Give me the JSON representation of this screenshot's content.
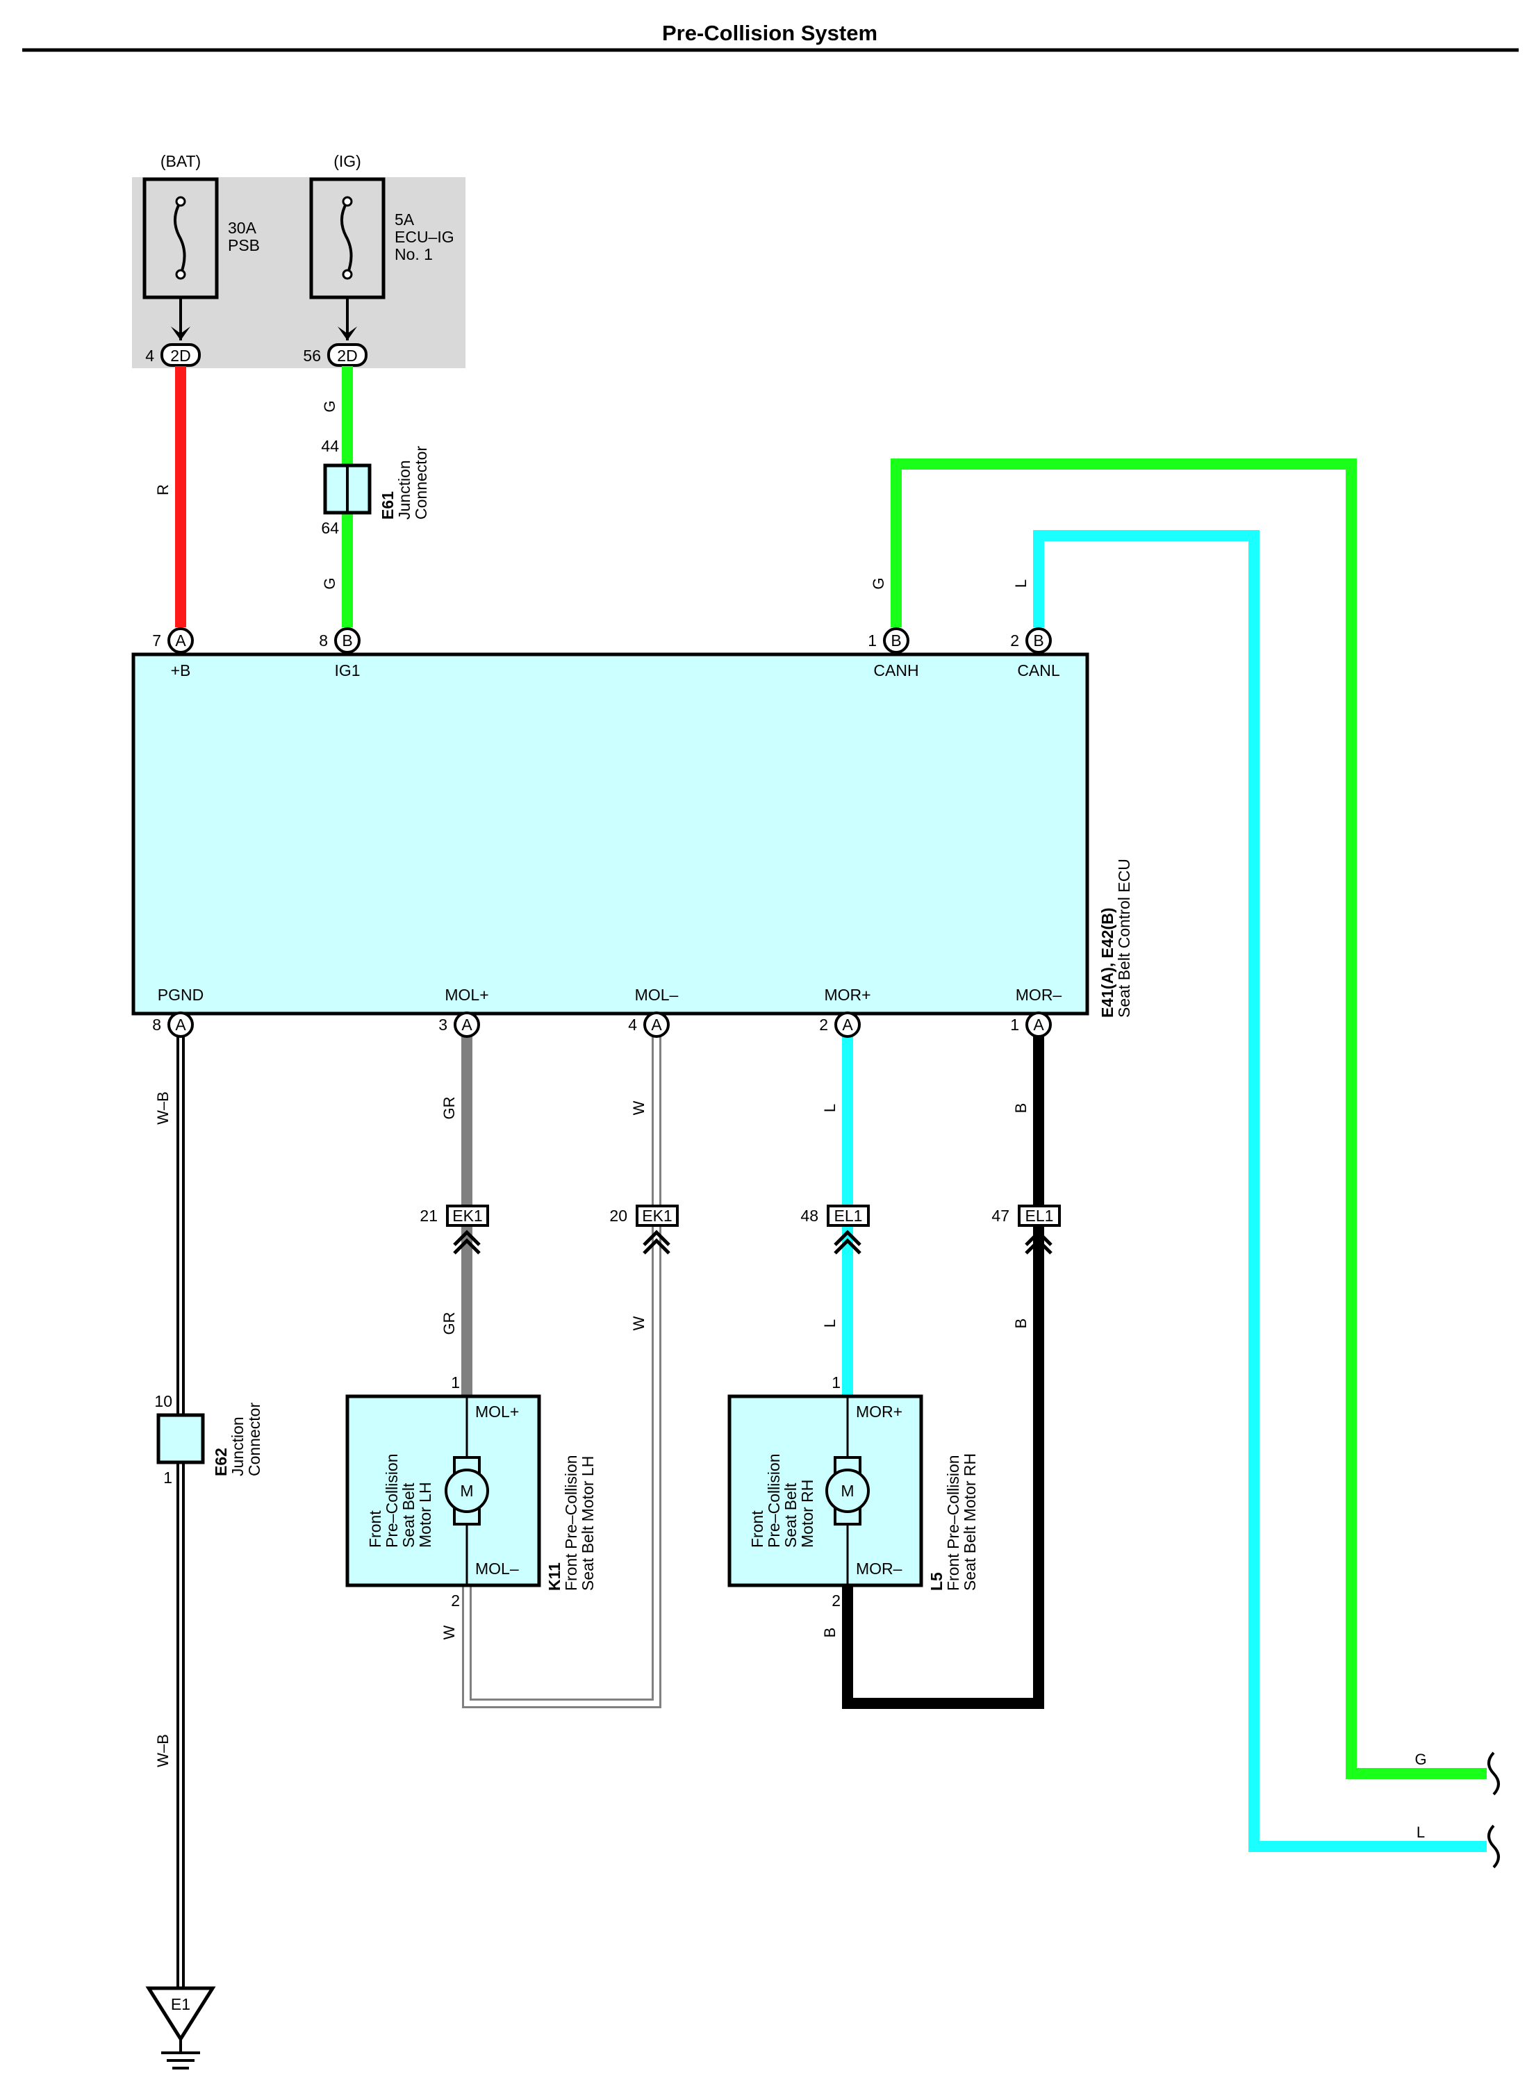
{
  "title": "Pre-Collision System",
  "colors": {
    "red": "#ff1a1a",
    "green": "#1aff1a",
    "cyan": "#1affff",
    "gray": "#808080",
    "black": "#000000",
    "component_fill": "#ccffff",
    "fuse_box_fill": "#d9d9d9"
  },
  "power": {
    "bat_label": "(BAT)",
    "ig_label": "(IG)",
    "fuse1_rating": "30A",
    "fuse1_name": "PSB",
    "fuse2_rating": "5A",
    "fuse2_name_line1": "ECU–IG",
    "fuse2_name_line2": "No. 1",
    "conn1_pin": "4",
    "conn1_id": "2D",
    "conn2_pin": "56",
    "conn2_id": "2D"
  },
  "e61": {
    "pin_top": "44",
    "pin_bottom": "64",
    "id": "E61",
    "name_line1": "Junction",
    "name_line2": "Connector"
  },
  "e62": {
    "pin_top": "10",
    "pin_bottom": "1",
    "id": "E62",
    "name_line1": "Junction",
    "name_line2": "Connector"
  },
  "ecu": {
    "id": "E41(A), E42(B)",
    "name": "Seat Belt Control ECU",
    "top_pins": [
      {
        "num": "7",
        "conn": "A",
        "name": "+B"
      },
      {
        "num": "8",
        "conn": "B",
        "name": "IG1"
      },
      {
        "num": "1",
        "conn": "B",
        "name": "CANH"
      },
      {
        "num": "2",
        "conn": "B",
        "name": "CANL"
      }
    ],
    "bottom_pins": [
      {
        "num": "8",
        "conn": "A",
        "name": "PGND"
      },
      {
        "num": "3",
        "conn": "A",
        "name": "MOL+"
      },
      {
        "num": "4",
        "conn": "A",
        "name": "MOL–"
      },
      {
        "num": "2",
        "conn": "A",
        "name": "MOR+"
      },
      {
        "num": "1",
        "conn": "A",
        "name": "MOR–"
      }
    ]
  },
  "wire_colors": {
    "bat": "R",
    "ig_upper": "G",
    "ig_lower": "G",
    "canh": "G",
    "canl": "L",
    "pgnd_upper": "W–B",
    "pgnd_lower": "W–B",
    "mol_plus_upper": "GR",
    "mol_plus_lower": "GR",
    "mol_minus_upper": "W",
    "mol_minus_lower": "W",
    "mol_minus_motor": "W",
    "mor_plus_upper": "L",
    "mor_plus_lower": "L",
    "mor_minus_upper": "B",
    "mor_minus_lower": "B",
    "mor_minus_motor": "B",
    "can_g_end": "G",
    "can_l_end": "L"
  },
  "inline_connectors": [
    {
      "pin": "21",
      "id": "EK1"
    },
    {
      "pin": "20",
      "id": "EK1"
    },
    {
      "pin": "48",
      "id": "EL1"
    },
    {
      "pin": "47",
      "id": "EL1"
    }
  ],
  "motor_lh": {
    "id": "K11",
    "name_line1": "Front Pre–Collision",
    "name_line2": "Seat Belt Motor LH",
    "inner_line1": "Front",
    "inner_line2": "Pre–Collision",
    "inner_line3": "Seat Belt",
    "inner_line4": "Motor LH",
    "pin_plus_label": "MOL+",
    "pin_minus_label": "MOL–",
    "pin_plus_num": "1",
    "pin_minus_num": "2",
    "symbol": "M"
  },
  "motor_rh": {
    "id": "L5",
    "name_line1": "Front Pre–Collision",
    "name_line2": "Seat Belt Motor RH",
    "inner_line1": "Front",
    "inner_line2": "Pre–Collision",
    "inner_line3": "Seat Belt",
    "inner_line4": "Motor RH",
    "pin_plus_label": "MOR+",
    "pin_minus_label": "MOR–",
    "pin_plus_num": "1",
    "pin_minus_num": "2",
    "symbol": "M"
  },
  "ground": {
    "id": "E1"
  }
}
